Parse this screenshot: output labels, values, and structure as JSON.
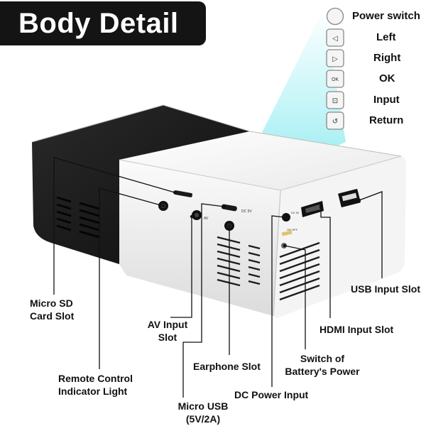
{
  "title": "Body Detail",
  "buttons": [
    {
      "label": "Power switch",
      "icon": "power-switch-icon",
      "glyph": ""
    },
    {
      "label": "Left",
      "icon": "left-arrow-icon",
      "glyph": "◁"
    },
    {
      "label": "Right",
      "icon": "right-arrow-icon",
      "glyph": "▷"
    },
    {
      "label": "OK",
      "icon": "ok-icon",
      "glyph": "OK"
    },
    {
      "label": "Input",
      "icon": "input-source-icon",
      "glyph": "⊡"
    },
    {
      "label": "Return",
      "icon": "return-icon",
      "glyph": "↺"
    }
  ],
  "callouts": {
    "micro_sd": "Micro SD\nCard Slot",
    "remote_light": "Remote Control\nIndicator Light",
    "av_input": "AV Input\nSlot",
    "micro_usb": "Micro USB\n(5V/2A)",
    "earphone": "Earphone Slot",
    "dc_power": "DC Power Input",
    "battery_switch": "Switch of\nBattery's Power",
    "hdmi": "HDMI Input Slot",
    "usb": "USB Input Slot"
  },
  "device_markings": {
    "av": "AV",
    "dc_5v": "DC 5V",
    "dc_in": "DC IN",
    "on_off": "ON OFF"
  },
  "colors": {
    "title_bg": "#141414",
    "title_text": "#ffffff",
    "label_text": "#111111",
    "body_black": "#1b1b1b",
    "body_white": "#f2f2f2",
    "beam": "#a8f0f4"
  }
}
